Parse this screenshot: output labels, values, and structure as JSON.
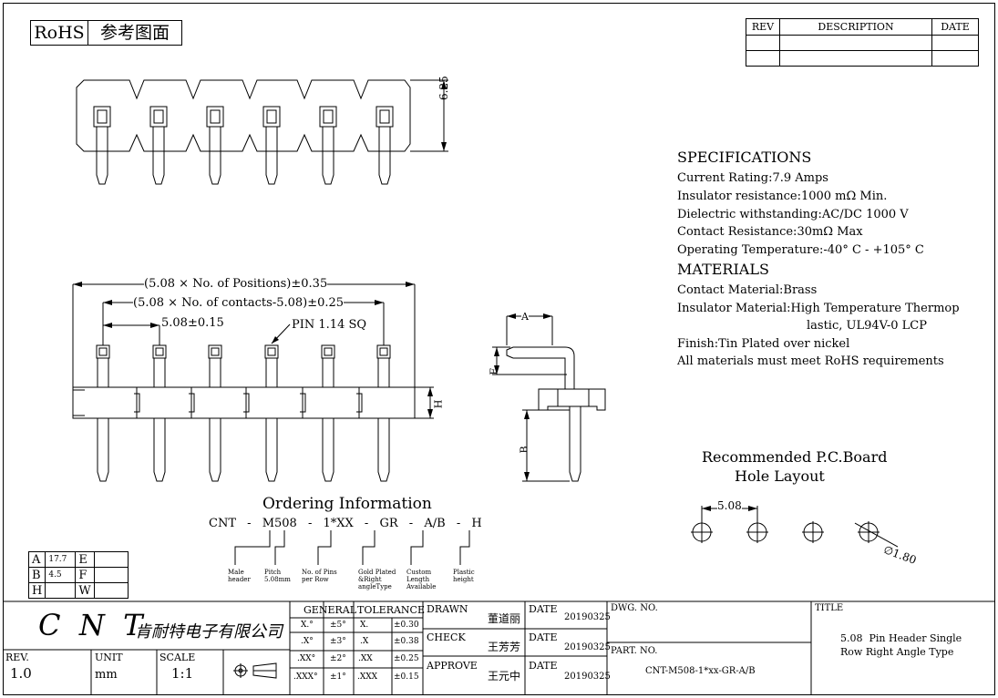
{
  "header": {
    "rohs": "RoHS",
    "ref_label": "参考图面"
  },
  "rev_table": {
    "headers": [
      "REV",
      "DESCRIPTION",
      "DATE"
    ]
  },
  "specs": {
    "title": "SPECIFICATIONS",
    "lines": [
      "Current Rating:7.9 Amps",
      "Insulator resistance:1000 mΩ  Min.",
      "Dielectric withstanding:AC/DC 1000 V",
      "Contact Resistance:30mΩ  Max",
      "Operating Temperature:-40° C - +105° C"
    ],
    "materials_title": "MATERIALS",
    "materials": [
      "Contact Material:Brass",
      "Insulator Material:High Temperature Thermop",
      "lastic, UL94V-0 LCP",
      "Finish:Tin Plated over nickel",
      "All materials must meet RoHS requirements"
    ]
  },
  "dimensions": {
    "height_625": "6.25",
    "positions": "(5.08 × No.  of Positions)±0.35",
    "contacts": "(5.08 × No.  of contacts-5.08)±0.25",
    "pitch": "5.08±0.15",
    "pin": "PIN 1.14 SQ",
    "H": "H",
    "A": "A",
    "E": "E",
    "B": "B"
  },
  "pcb": {
    "title_line1": "Recommended P.C.Board",
    "title_line2": "Hole Layout",
    "pitch": "5.08",
    "hole": "∅1.80"
  },
  "ordering": {
    "title": "Ordering Information",
    "code": [
      "CNT",
      "-",
      "M508",
      "-",
      "1*XX",
      "-",
      "GR",
      "-",
      "A/B",
      "-",
      "H"
    ],
    "notes": [
      [
        "Male",
        "header"
      ],
      [
        "Pitch",
        "5.08mm"
      ],
      [
        "No. of Pins",
        "per Row"
      ],
      [
        "Gold Plated",
        "&Right",
        "angleType"
      ],
      [
        "Custom",
        "Length",
        "Available"
      ],
      [
        "Plastic",
        "height"
      ]
    ]
  },
  "dim_table": [
    [
      "A",
      "17.7",
      "E",
      ""
    ],
    [
      "B",
      "4.5",
      "F",
      ""
    ],
    [
      "H",
      "",
      "W",
      ""
    ]
  ],
  "title_block": {
    "company_letters": "C  N  T",
    "company_cn": "肯耐特电子有限公司",
    "rev_label": "REV.",
    "rev_value": "1.0",
    "unit_label": "UNIT",
    "unit_value": "mm",
    "scale_label": "SCALE",
    "scale_value": "1:1",
    "tol_headers": [
      "GENERAL",
      "TOLERANCE"
    ],
    "tol_rows": [
      [
        "X.°",
        "±5°",
        "X.",
        "±0.30"
      ],
      [
        ".X°",
        "±3°",
        ".X",
        "±0.38"
      ],
      [
        ".XX°",
        "±2°",
        ".XX",
        "±0.25"
      ],
      [
        ".XXX°",
        "±1°",
        ".XXX",
        "±0.15"
      ]
    ],
    "drawn_label": "DRAWN",
    "drawn_name": "董道丽",
    "check_label": "CHECK",
    "check_name": "王芳芳",
    "approve_label": "APPROVE",
    "approve_name": "王元中",
    "date_label": "DATE",
    "date_value": "20190325",
    "dwg_no_label": "DWG. NO.",
    "part_no_label": "PART. NO.",
    "part_no": "CNT-M508-1*xx-GR-A/B",
    "title_label": "TITLE",
    "title_line1": "5.08  Pin Header Single",
    "title_line2": "Row Right Angle Type"
  }
}
